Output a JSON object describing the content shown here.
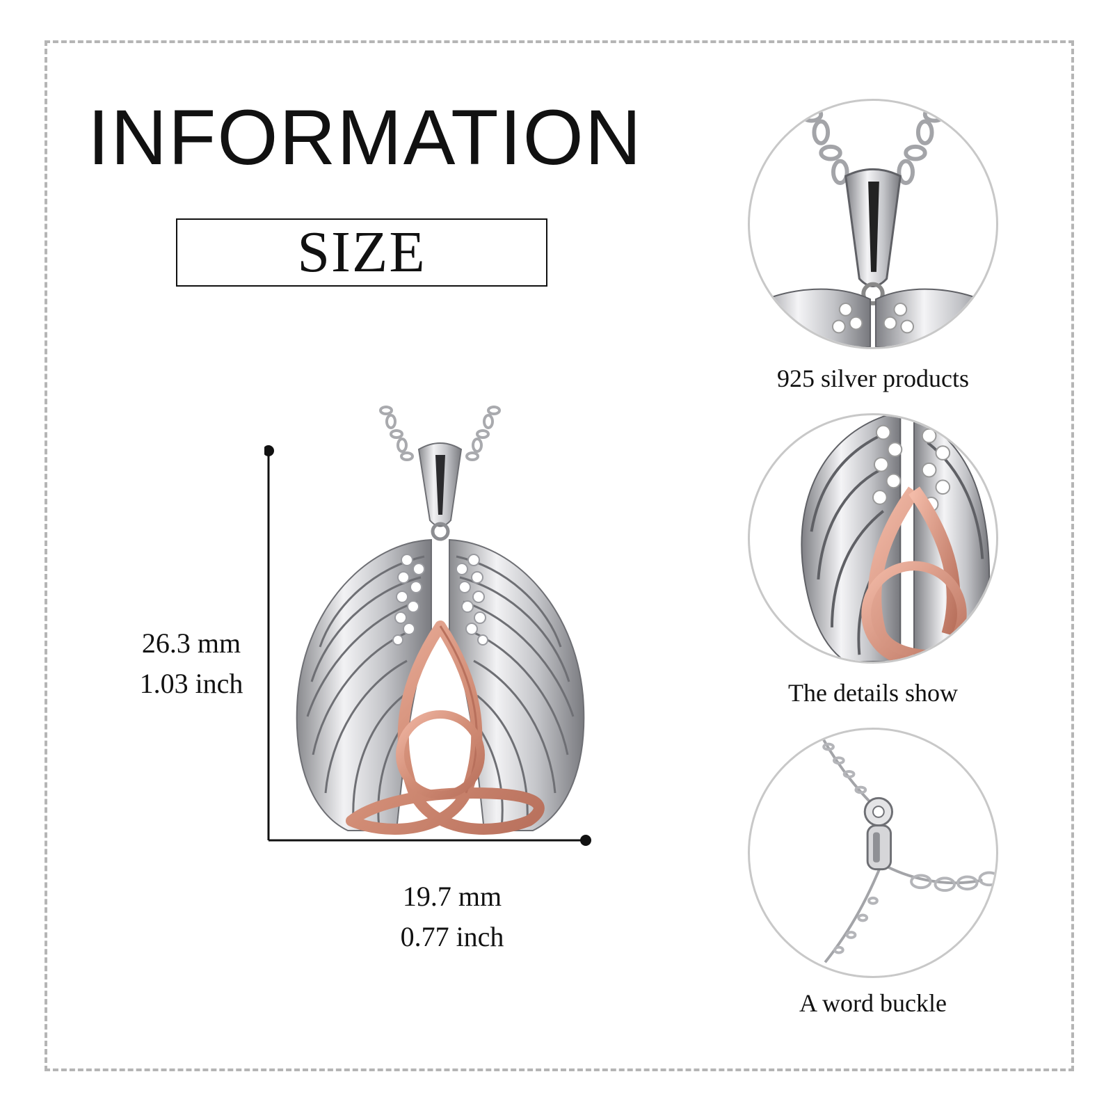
{
  "title": "INFORMATION",
  "size_label": "SIZE",
  "dimensions": {
    "height_mm": "26.3 mm",
    "height_inch": "1.03 inch",
    "width_mm": "19.7 mm",
    "width_inch": "0.77 inch"
  },
  "details": [
    {
      "caption": "925 silver products",
      "icon": "bail-closeup-icon"
    },
    {
      "caption": "The details show",
      "icon": "wing-knot-closeup-icon"
    },
    {
      "caption": "A word buckle",
      "icon": "clasp-closeup-icon"
    }
  ],
  "colors": {
    "silver": "#c9c9cc",
    "silver_dark": "#7d7e82",
    "rose_gold": "#d9957f",
    "rose_gold_dark": "#b8705c",
    "frame_border": "#b5b5b5",
    "text": "#111111"
  }
}
